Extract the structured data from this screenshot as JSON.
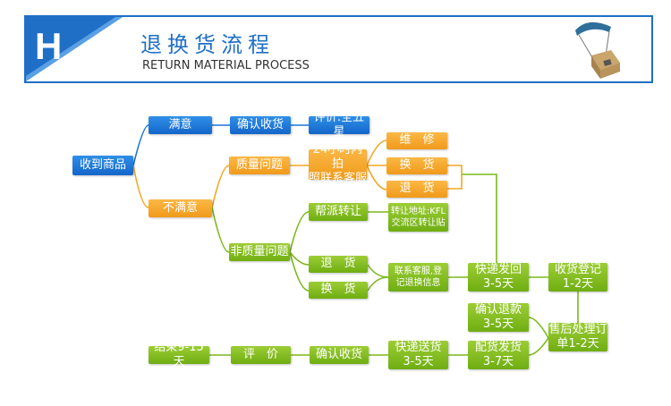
{
  "header": {
    "logo_letter": "H",
    "title_cn": "退换货流程",
    "title_en": "RETURN MATERIAL PROCESS",
    "accent_color": "#1f6fc6"
  },
  "nodes": {
    "received": "收到商品",
    "satisfied": "满意",
    "confirm_receipt_top": "确认收货",
    "rating_five": "评价:全五星",
    "unsatisfied": "不满意",
    "quality_issue": "质量问题",
    "contact_cs_24h": "24小时内拍\n照联系客服",
    "repair": "维　修",
    "exchange_a": "换　货",
    "return_a": "退　货",
    "non_quality_issue": "非质量问题",
    "resell_assist": "帮派转让",
    "resell_addr": "转让地址:KFL\n交流区转让贴",
    "return_b": "退　货",
    "exchange_b": "换　货",
    "contact_cs_record": "联系客服,登\n记退换信息",
    "express_return": "快递发回\n3-5天",
    "receipt_register": "收货登记\n1-2天",
    "confirm_refund": "确认退款\n3-5天",
    "after_sales": "售后处理订\n单1-2天",
    "ship_goods": "配货发货\n3-7天",
    "express_delivery": "快递送货\n3-5天",
    "confirm_receipt_bottom": "确认收货",
    "evaluate": "评　价",
    "end": "结束9-15天"
  },
  "colors": {
    "blue": "#1a74d6",
    "orange": "#f5a623",
    "green": "#7cb91c",
    "line_blue": "#1a74d6",
    "line_orange": "#f5a623",
    "line_green": "#7cb91c"
  }
}
